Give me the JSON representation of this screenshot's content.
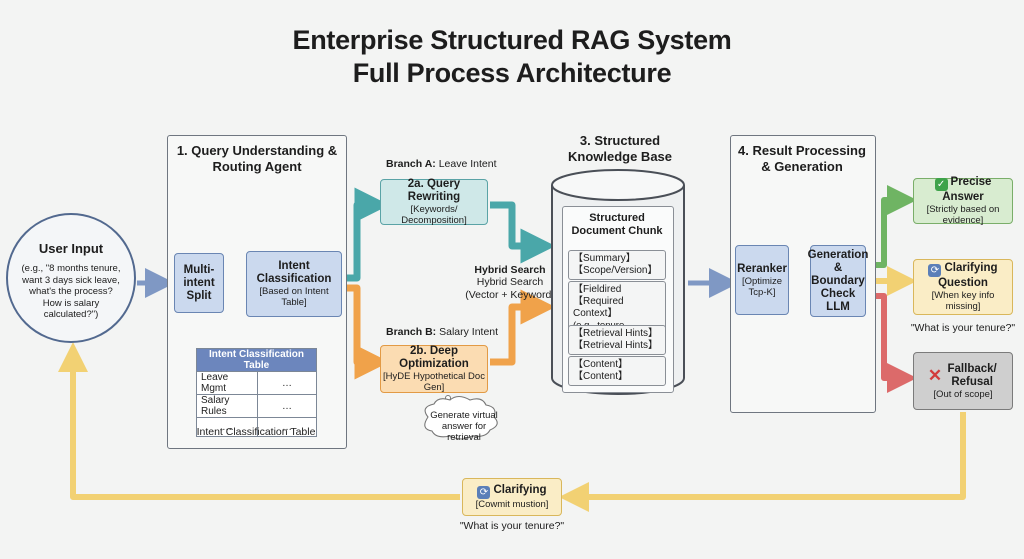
{
  "title": {
    "line1": "Enterprise Structured RAG System",
    "line2": "Full Process Architecture"
  },
  "user_input": {
    "title": "User Input",
    "text": "(e.g., \"8 months tenure, want 3 days sick leave, what's the process? How is salary calculated?\")"
  },
  "panel1": {
    "title": "1. Query Understanding & Routing Agent",
    "multi_intent": "Multi-intent Split",
    "intent_class_title": "Intent Classification",
    "intent_class_sub": "[Based on Intent Table]",
    "table": {
      "header": "Intent Classification Table",
      "rows": [
        [
          "Leave Mgmt",
          "…"
        ],
        [
          "Salary Rules",
          "…"
        ],
        [
          "…",
          "…"
        ]
      ]
    },
    "table_caption": "Intent Classification Table"
  },
  "branches": {
    "a_label": "Branch A:",
    "a_text": "Leave Intent",
    "a_box_title": "2a. Query Rewriting",
    "a_box_sub": "[Keywords/ Decomposition]",
    "b_label": "Branch B:",
    "b_text": "Salary Intent",
    "b_box_title": "2b. Deep Optimization",
    "b_box_sub": "[HyDE Hypothetical Doc Gen]",
    "hybrid_title": "Hybrid Search",
    "hybrid_sub": "Hybrid Search (Vector + Keyword)",
    "cloud": "Generate virtual answer for retrieval"
  },
  "kb": {
    "title": "3. Structured Knowledge Base",
    "chunk_title": "Structured Document Chunk",
    "chunk1a": "【Summary】",
    "chunk1b": "【Scope/Version】",
    "chunk2a": "【Fieldired",
    "chunk2b": "【Required Context】",
    "chunk2c": "(e.g., tenure, location)",
    "chunk3a": "【Retrieval Hints】",
    "chunk3b": "【Retrieval Hints】",
    "chunk4a": "【Content】",
    "chunk4b": "【Content】"
  },
  "panel4": {
    "title": "4. Result Processing & Generation",
    "reranker_title": "Reranker",
    "reranker_sub": "[Optimize Tcp-K]",
    "gen_title": "Generation & Boundary Check LLM"
  },
  "outputs": {
    "precise_title": "Precise Answer",
    "precise_sub": "[Strictly based on evidence]",
    "clarify_title": "Clarifying Question",
    "clarify_sub": "[When key info missing]",
    "clarify_quote": "\"What is your tenure?\"",
    "fallback_title": "Fallback/ Refusal",
    "fallback_sub": "[Out of scope]"
  },
  "loop": {
    "title": "Clarifying",
    "sub": "[Cowmit mustion]",
    "quote": "\"What is your tenure?\""
  },
  "colors": {
    "blue_arrow": "#7f98c4",
    "teal_arrow": "#4aa7a9",
    "orange_arrow": "#f0a24a",
    "green_arrow": "#6fb463",
    "yellow_arrow": "#f2d173",
    "red_arrow": "#dc6a6a"
  }
}
